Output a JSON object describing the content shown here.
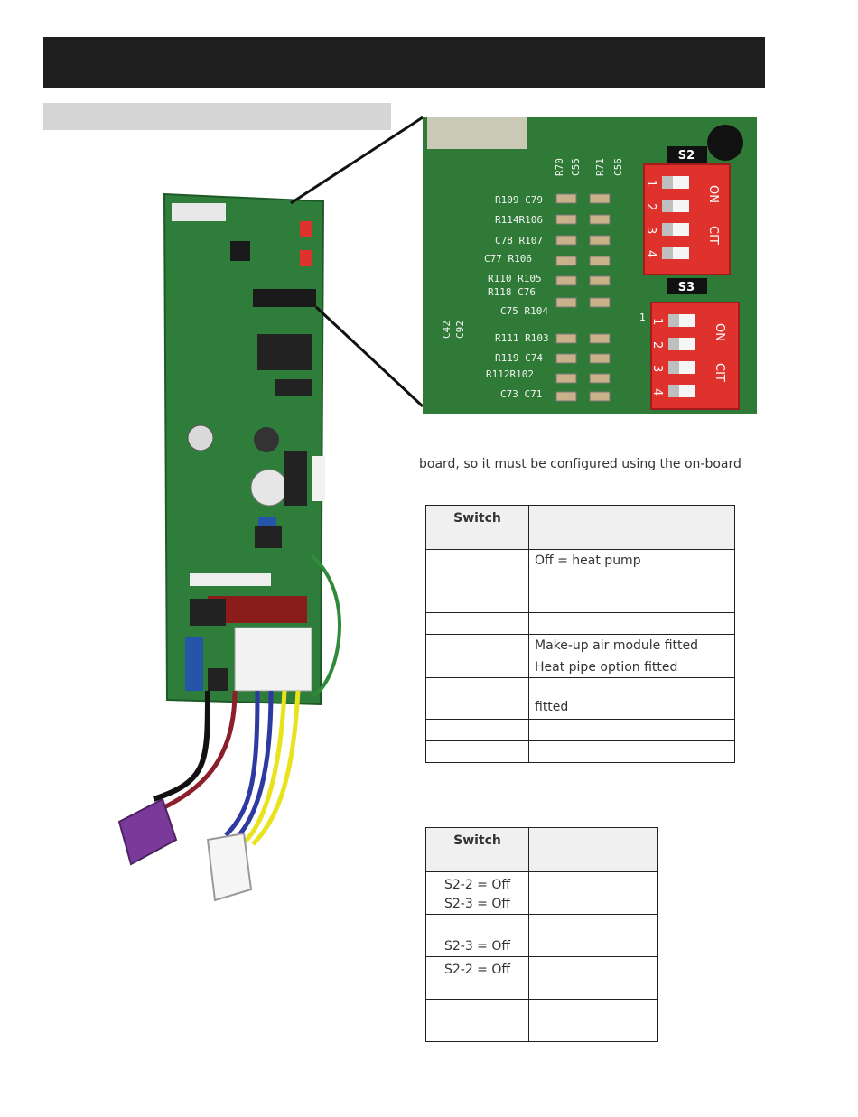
{
  "zoom_labels": {
    "s2": "S2",
    "s3": "S3",
    "on": "ON",
    "cit": "CIT",
    "n1": "1",
    "n2": "2",
    "n3": "3",
    "n4": "4",
    "pin1": "1",
    "components": [
      "R109 C79",
      "R114R106",
      "C78 R107",
      "C77 R106",
      "R110 R105",
      "R118 C76",
      "C75 R104",
      "R111 R103",
      "R119 C74",
      "R112R102",
      "C73 C71"
    ],
    "top_components": [
      "R70",
      "C55",
      "R71",
      "C56"
    ],
    "left_components": [
      "C42",
      "C92"
    ]
  },
  "body_text": "board, so it must be configured using the on-board",
  "table1": {
    "header_switch": "Switch",
    "header_desc": "",
    "rows": [
      {
        "switch": "",
        "desc": "Off = heat pump",
        "tall": true
      },
      {
        "switch": "",
        "desc": "",
        "tall": false
      },
      {
        "switch": "",
        "desc": "",
        "tall": false
      },
      {
        "switch": "",
        "desc": "Make-up air module fitted",
        "tall": false
      },
      {
        "switch": "",
        "desc": "Heat pipe option fitted",
        "tall": false
      },
      {
        "switch": "",
        "desc": "fitted",
        "tall": true
      },
      {
        "switch": "",
        "desc": "",
        "tall": false
      },
      {
        "switch": "",
        "desc": "",
        "tall": false
      }
    ]
  },
  "table2": {
    "header_switch": "Switch",
    "header_desc": "",
    "rows": [
      {
        "line1": "S2-2 = Off",
        "line2": "S2-3 = Off",
        "desc": ""
      },
      {
        "line1": "",
        "line2": "S2-3 = Off",
        "desc": ""
      },
      {
        "line1": "S2-2 = Off",
        "line2": "",
        "desc": ""
      },
      {
        "line1": "",
        "line2": "",
        "desc": ""
      }
    ]
  },
  "colors": {
    "title_bar": "#1e1e1e",
    "subhead_bar": "#d5d5d5",
    "pcb_green": "#2f7d3a",
    "dip_red": "#e0322c"
  }
}
